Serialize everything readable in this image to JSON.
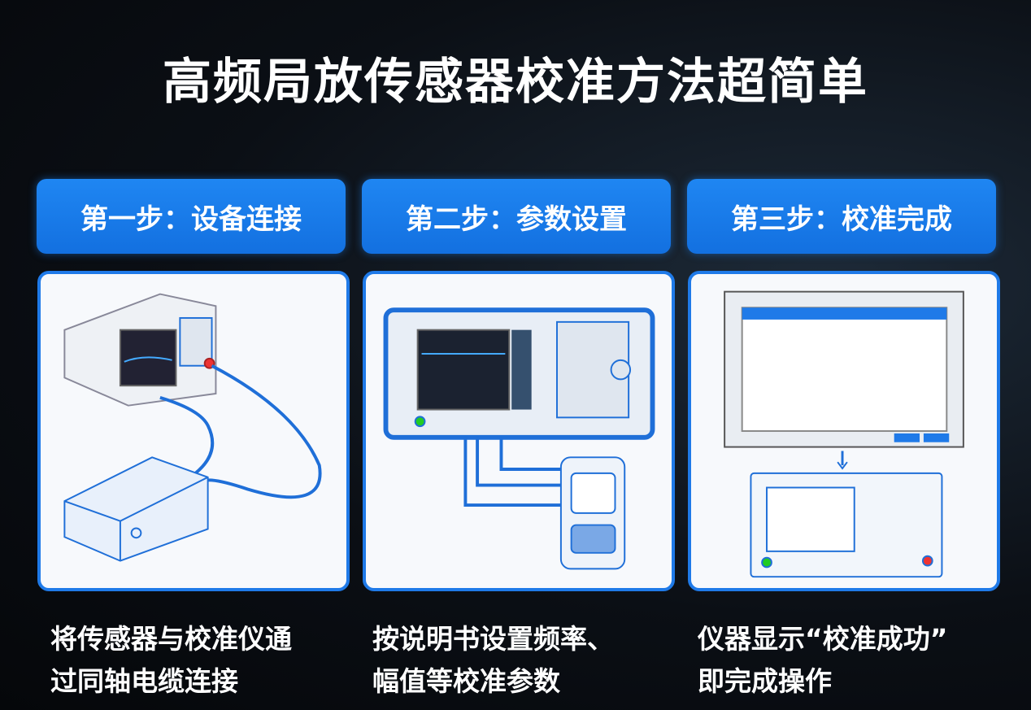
{
  "title": "高频局放传感器校准方法超简单",
  "steps": [
    {
      "label": "第一步：设备连接",
      "caption": [
        "将传感器与校准仪通",
        "过同轴电缆连接"
      ]
    },
    {
      "label": "第二步：参数设置",
      "caption": [
        "按说明书设置频率、",
        "幅值等校准参数"
      ]
    },
    {
      "label": "第三步：校准完成",
      "caption": [
        "仪器显示“校准成功”",
        "即完成操作"
      ]
    }
  ],
  "colors": {
    "accent": "#1f7ae8",
    "background": "#0b0f15"
  }
}
